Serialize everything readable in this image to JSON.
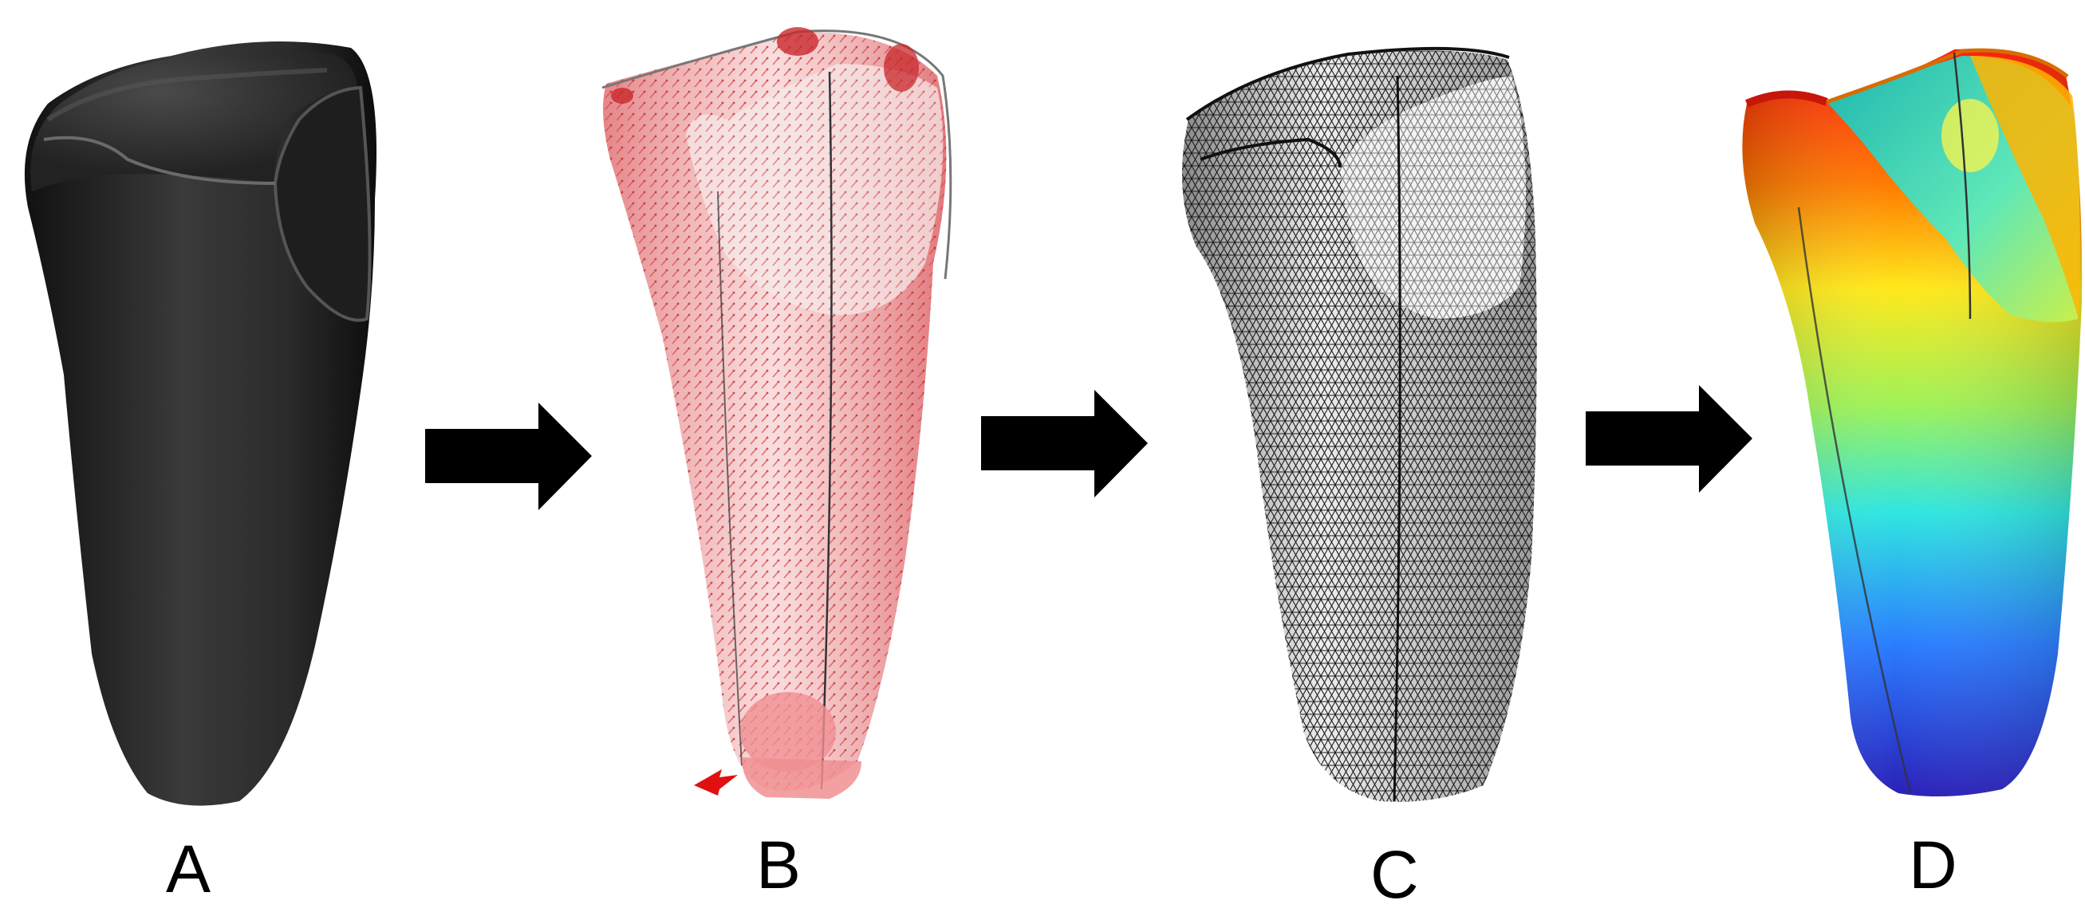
{
  "figure": {
    "panels": [
      {
        "id": "A",
        "label": "A",
        "description_style": "solid",
        "color": "#2a2a2a"
      },
      {
        "id": "B",
        "label": "B",
        "description_style": "vectors",
        "color": "#e8898a"
      },
      {
        "id": "C",
        "label": "C",
        "description_style": "mesh",
        "color": "#1a1a1a"
      },
      {
        "id": "D",
        "label": "D",
        "description_style": "heatmap",
        "color": "#ff3b1f"
      }
    ],
    "arrow_color": "#000000"
  }
}
